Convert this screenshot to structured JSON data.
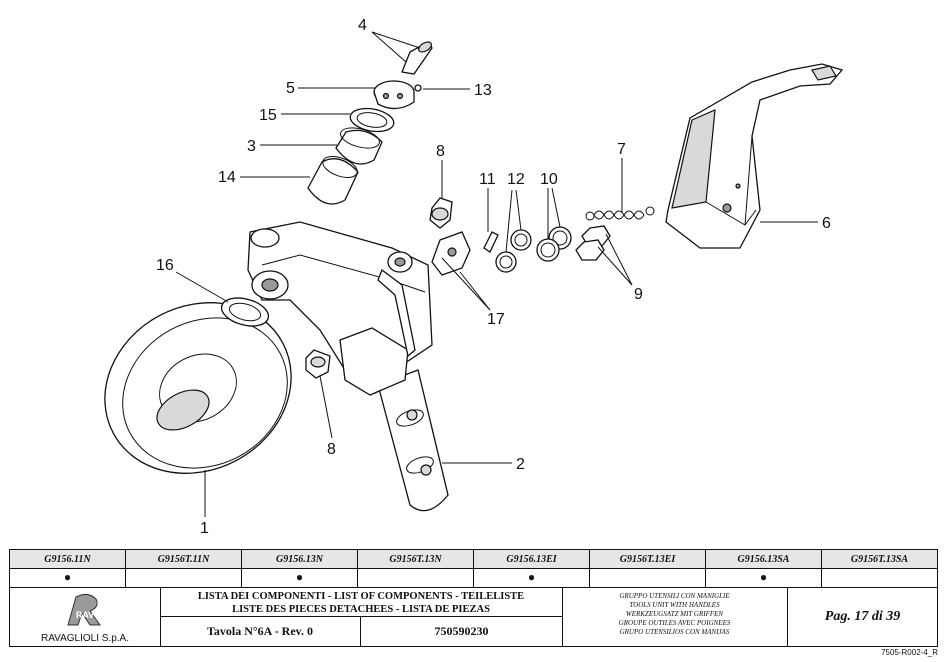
{
  "callouts": {
    "c1": "1",
    "c2": "2",
    "c3": "3",
    "c4": "4",
    "c5": "5",
    "c6": "6",
    "c7": "7",
    "c8a": "8",
    "c8b": "8",
    "c9": "9",
    "c10": "10",
    "c11": "11",
    "c12": "12",
    "c13": "13",
    "c14": "14",
    "c15": "15",
    "c16": "16",
    "c17": "17"
  },
  "title_block": {
    "variants": [
      "G9156.11N",
      "G9156T.11N",
      "G9156.13N",
      "G9156T.13N",
      "G9156.13EI",
      "G9156T.13EI",
      "G9156.13SA",
      "G9156T.13SA"
    ],
    "variant_marks": [
      "●",
      "",
      "●",
      "",
      "●",
      "",
      "●",
      ""
    ],
    "company": "RAVAGLIOLI S.p.A.",
    "logo_text": "RAV",
    "list_titles": [
      "LISTA DEI COMPONENTI - LIST OF COMPONENTS - TEILELISTE",
      "LISTE DES PIECES DETACHEES - LISTA DE PIEZAS"
    ],
    "table_label": "Tavola N°6A - Rev. 0",
    "code": "750590230",
    "group_names": [
      "GRUPPO UTENSILI CON MANIGLIE",
      "TOOLS UNIT WITH HANDLES",
      "WERKZEUGSATZ MIT GRIFFEN",
      "GROUPE OUTILES AVEC POIGNEES",
      "GRUPO UTENSILIOS CON MANIJAS"
    ],
    "page": "Pag. 17 di 39"
  },
  "doc_ref": "7505-R002-4_R"
}
